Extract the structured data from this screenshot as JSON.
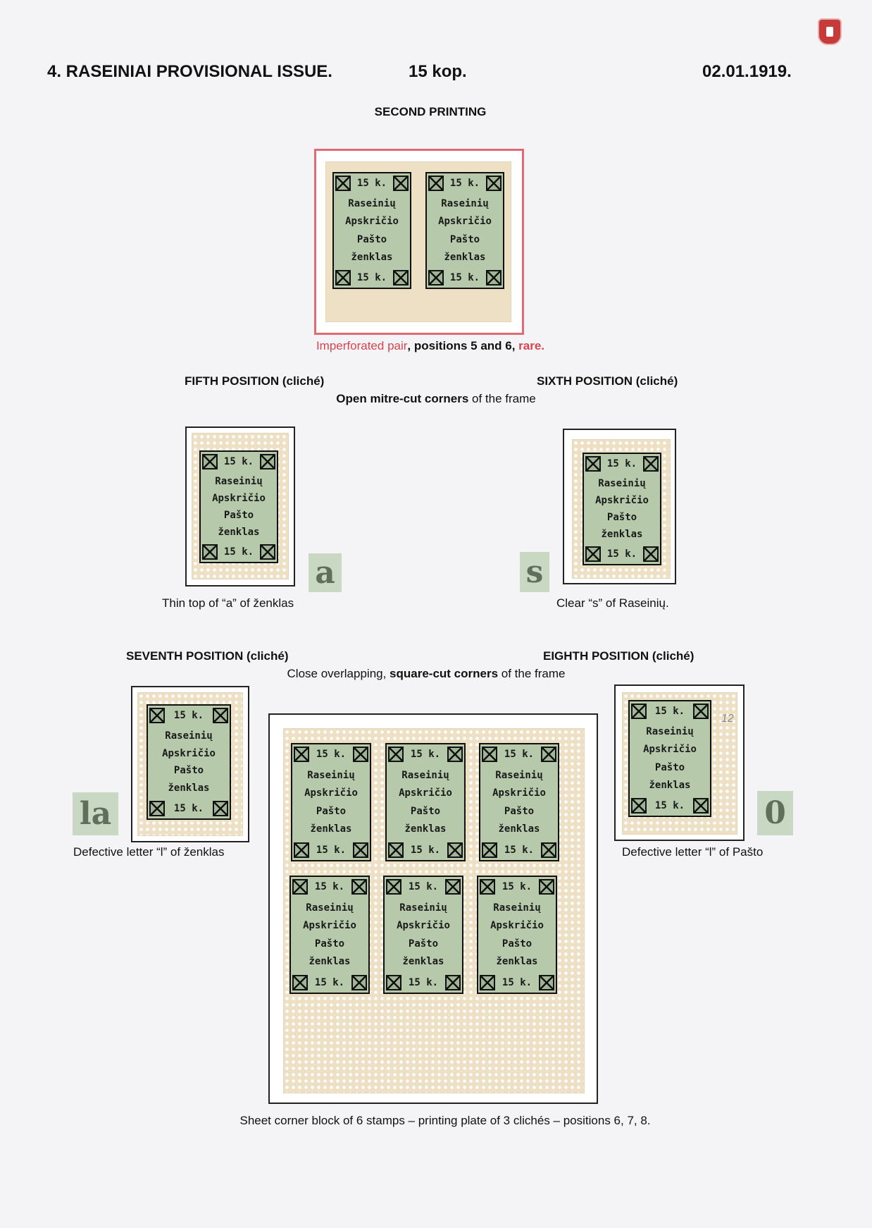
{
  "header": {
    "title": "4. RASEINIAI PROVISIONAL ISSUE.",
    "value": "15 kop.",
    "date": "02.01.1919."
  },
  "logo": {
    "name": "coat-of-arms-emblem"
  },
  "section_title": "SECOND PRINTING",
  "pair_caption": {
    "highlight": "Imperforated pair",
    "middle": ", positions 5 and 6, ",
    "rare": "rare."
  },
  "fifth": {
    "title": "FIFTH POSITION (cliché)",
    "detail": "a",
    "caption": "Thin top of “a” of  ženklas"
  },
  "sixth": {
    "title": "SIXTH POSITION (cliché)",
    "detail": "s",
    "caption": "Clear “s” of Raseinių."
  },
  "open_corners": {
    "bold": "Open mitre-cut corners",
    "rest": " of the frame"
  },
  "seventh": {
    "title": "SEVENTH POSITION (cliché)",
    "detail": "la",
    "caption": "Defective letter “l” of ženklas"
  },
  "eighth": {
    "title": "EIGHTH POSITION (cliché)",
    "detail": "0",
    "caption": "Defective letter “l” of Pašto",
    "pencil": "12"
  },
  "square_corners": {
    "pre": "Close overlapping, ",
    "bold": "square-cut corners",
    "rest": " of the frame"
  },
  "block_caption": "Sheet corner block of 6 stamps – printing plate of 3 clichés – positions 6, 7, 8.",
  "stamp": {
    "value": "15 k.",
    "lines": [
      "Raseinių",
      "Apskričio",
      "Pašto",
      "ženklas"
    ]
  },
  "colors": {
    "accent": "#d9434f",
    "stamp_green": "#b6caab",
    "paper": "#eee0c4"
  }
}
